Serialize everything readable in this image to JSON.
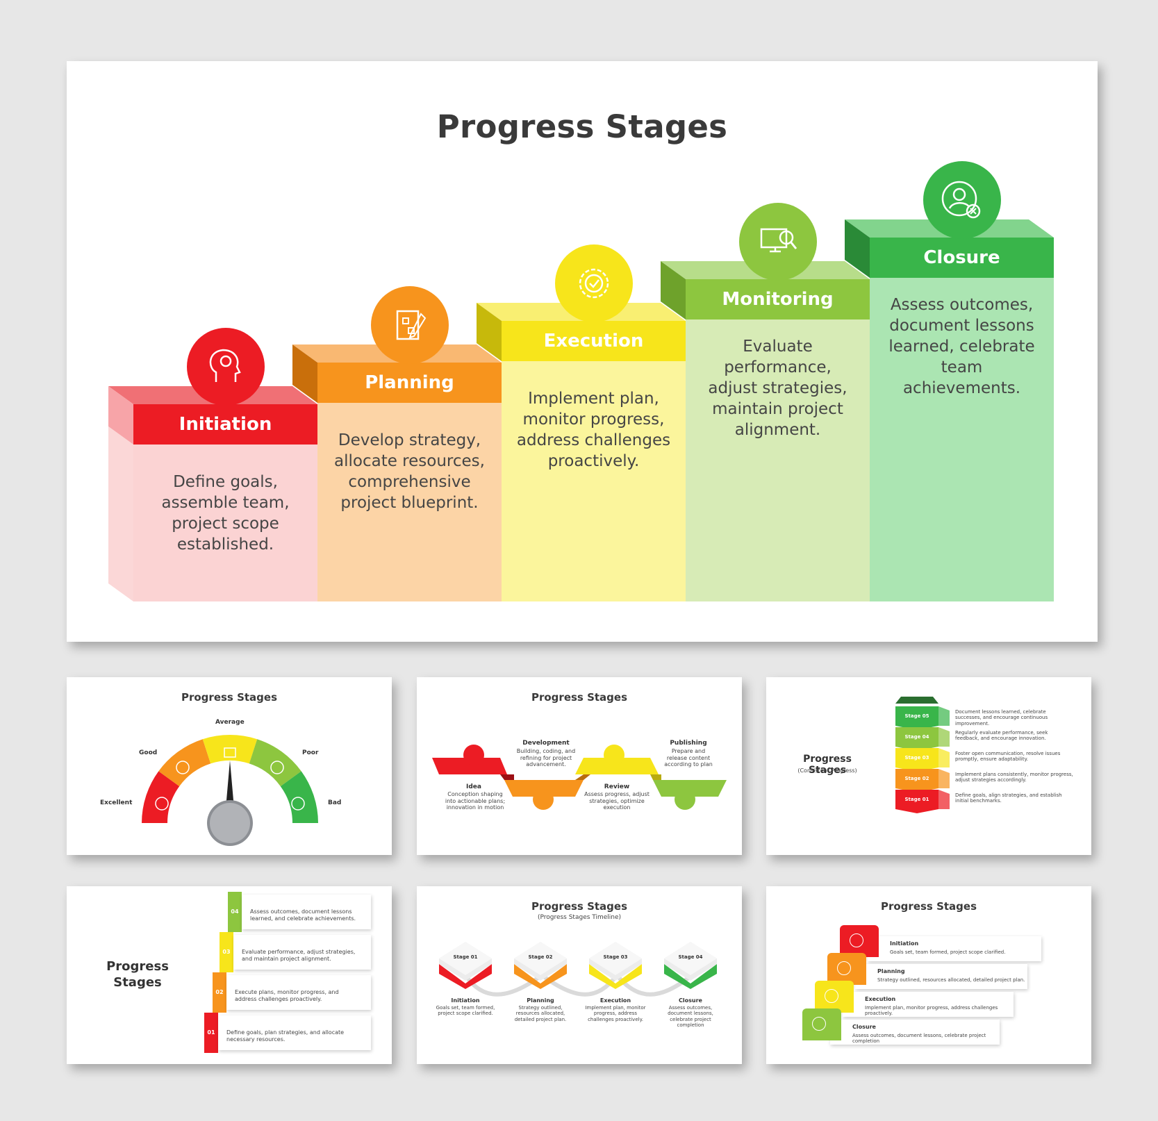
{
  "main": {
    "title": "Progress Stages",
    "stages": [
      {
        "label": "Initiation",
        "text": "Define goals, assemble team, project scope established.",
        "icon": "head-lightbulb-icon",
        "color": "#ec1c24",
        "light": "#fbd3d3",
        "side": "#f7a4a8",
        "top": "#f07075"
      },
      {
        "label": "Planning",
        "text": "Develop strategy, allocate resources, comprehensive project blueprint.",
        "icon": "plan-clipboard-icon",
        "color": "#f7941d",
        "light": "#fcd4a6",
        "side": "#c96f0b",
        "top": "#f9b872"
      },
      {
        "label": "Execution",
        "text": "Implement plan, monitor progress, address challenges proactively.",
        "icon": "gear-check-icon",
        "color": "#f7e51b",
        "light": "#fbf59c",
        "side": "#c7b90b",
        "top": "#f9ef72"
      },
      {
        "label": "Monitoring",
        "text": "Evaluate performance, adjust strategies, maintain project alignment.",
        "icon": "monitor-magnifier-icon",
        "color": "#8dc63f",
        "light": "#d7ebb6",
        "side": "#6ea22b",
        "top": "#b7dd8a"
      },
      {
        "label": "Closure",
        "text": "Assess outcomes, document lessons learned, celebrate team achievements.",
        "icon": "user-close-icon",
        "color": "#39b54a",
        "light": "#abe5b2",
        "side": "#2a8a37",
        "top": "#82d48d"
      }
    ]
  },
  "thumbs": {
    "gauge": {
      "title": "Progress Stages",
      "labels": [
        "Excellent",
        "Good",
        "Average",
        "Poor",
        "Bad"
      ]
    },
    "wave": {
      "title": "Progress Stages",
      "items": [
        {
          "label": "Idea",
          "text": "Conception shaping into actionable plans; innovation in motion"
        },
        {
          "label": "Development",
          "text": "Building, coding, and refining for project advancement."
        },
        {
          "label": "Review",
          "text": "Assess progress, adjust strategies, optimize execution"
        },
        {
          "label": "Publishing",
          "text": "Prepare and release content according to plan"
        }
      ]
    },
    "stack": {
      "title": "Progress Stages",
      "subtitle": "(Consistent Progress)",
      "stages": [
        "Stage 05",
        "Stage 04",
        "Stage 03",
        "Stage 02",
        "Stage 01"
      ],
      "texts": [
        "Document lessons learned, celebrate successes, and encourage continuous improvement.",
        "Regularly evaluate performance, seek feedback, and encourage innovation.",
        "Foster open communication, resolve issues promptly, ensure adaptability.",
        "Implement plans consistently, monitor progress, adjust strategies accordingly.",
        "Define goals, align strategies, and establish initial benchmarks."
      ]
    },
    "ribbon": {
      "title": "Progress Stages",
      "numbers": [
        "04",
        "03",
        "02",
        "01"
      ],
      "texts": [
        "Assess outcomes, document lessons learned, and celebrate achievements.",
        "Evaluate performance, adjust strategies, and maintain project alignment.",
        "Execute plans, monitor progress, and address challenges proactively.",
        "Define goals, plan strategies, and allocate necessary resources."
      ]
    },
    "timeline": {
      "title": "Progress Stages",
      "subtitle": "(Progress Stages Timeline)",
      "items": [
        {
          "stage": "Stage 01",
          "label": "Initiation",
          "text": "Goals set, team formed, project scope clarified."
        },
        {
          "stage": "Stage 02",
          "label": "Planning",
          "text": "Strategy outlined, resources allocated, detailed project plan."
        },
        {
          "stage": "Stage 03",
          "label": "Execution",
          "text": "Implement plan, monitor progress, address challenges proactively."
        },
        {
          "stage": "Stage 04",
          "label": "Closure",
          "text": "Assess outcomes, document lessons, celebrate project completion"
        }
      ]
    },
    "steps": {
      "title": "Progress Stages",
      "items": [
        {
          "label": "Initiation",
          "text": "Goals set, team formed, project scope clarified."
        },
        {
          "label": "Planning",
          "text": "Strategy outlined, resources allocated, detailed project plan."
        },
        {
          "label": "Execution",
          "text": "Implement plan, monitor progress, address challenges proactively."
        },
        {
          "label": "Closure",
          "text": "Assess outcomes, document lessons, celebrate project completion"
        }
      ]
    }
  }
}
